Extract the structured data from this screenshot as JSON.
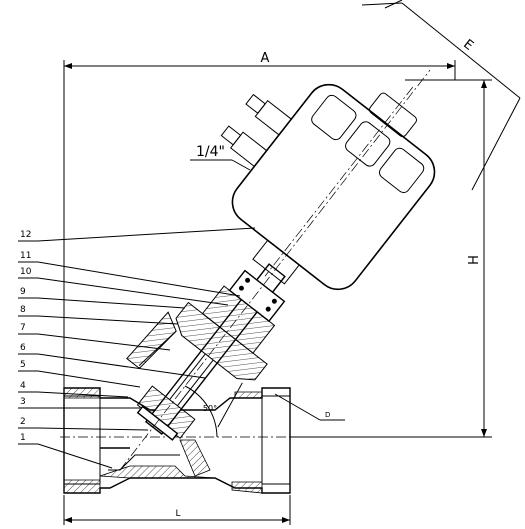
{
  "dimensions": {
    "A": "A",
    "E": "E",
    "H": "H",
    "L": "L",
    "D": "D",
    "thread": "1/4\"",
    "angle": "50°"
  },
  "parts": [
    "1",
    "2",
    "3",
    "4",
    "5",
    "6",
    "7",
    "8",
    "9",
    "10",
    "11",
    "12"
  ]
}
